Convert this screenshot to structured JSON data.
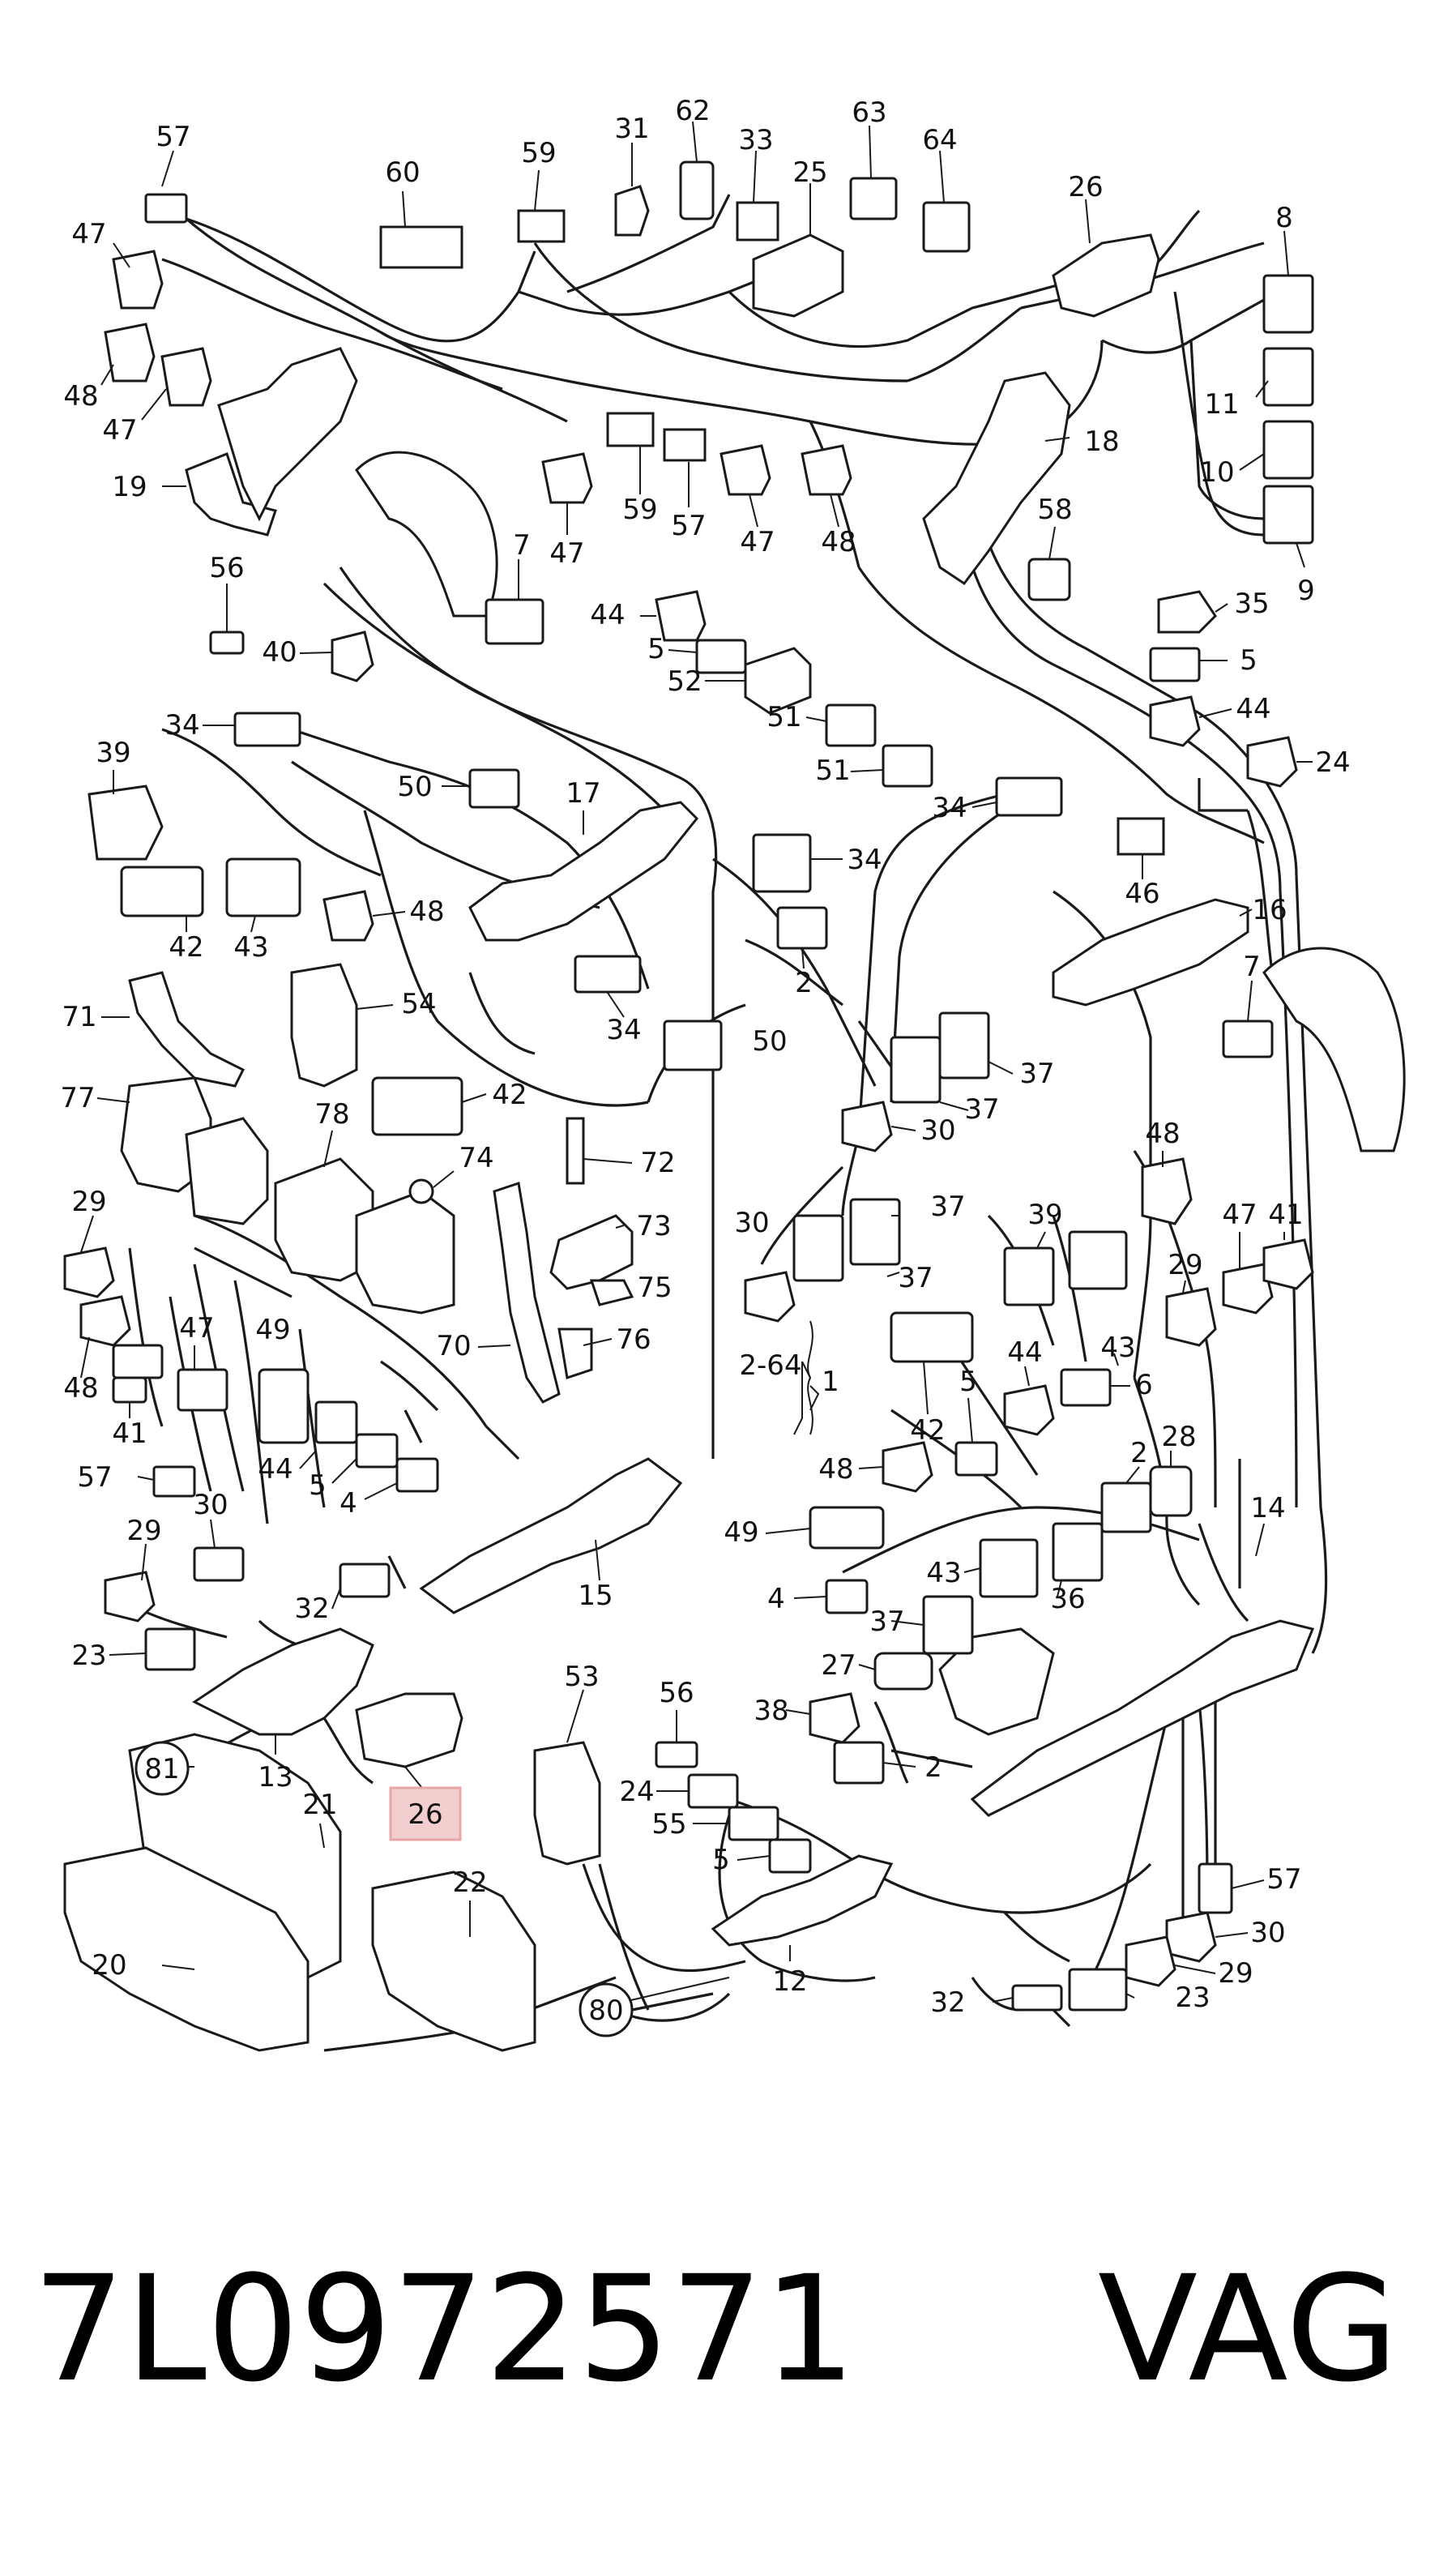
{
  "callouts": [
    {
      "text": "57"
    },
    {
      "text": "60"
    },
    {
      "text": "59"
    },
    {
      "text": "31"
    },
    {
      "text": "62"
    },
    {
      "text": "33"
    },
    {
      "text": "25"
    },
    {
      "text": "63"
    },
    {
      "text": "64"
    },
    {
      "text": "26"
    },
    {
      "text": "8"
    },
    {
      "text": "47"
    },
    {
      "text": "48"
    },
    {
      "text": "47"
    },
    {
      "text": "19"
    },
    {
      "text": "47"
    },
    {
      "text": "59"
    },
    {
      "text": "57"
    },
    {
      "text": "47"
    },
    {
      "text": "48"
    },
    {
      "text": "18"
    },
    {
      "text": "11"
    },
    {
      "text": "10"
    },
    {
      "text": "9"
    },
    {
      "text": "56"
    },
    {
      "text": "7"
    },
    {
      "text": "44"
    },
    {
      "text": "5"
    },
    {
      "text": "52"
    },
    {
      "text": "58"
    },
    {
      "text": "35"
    },
    {
      "text": "5"
    },
    {
      "text": "44"
    },
    {
      "text": "40"
    },
    {
      "text": "34"
    },
    {
      "text": "51"
    },
    {
      "text": "51"
    },
    {
      "text": "24"
    },
    {
      "text": "39"
    },
    {
      "text": "50"
    },
    {
      "text": "17"
    },
    {
      "text": "34"
    },
    {
      "text": "46"
    },
    {
      "text": "34"
    },
    {
      "text": "16"
    },
    {
      "text": "42"
    },
    {
      "text": "43"
    },
    {
      "text": "48"
    },
    {
      "text": "2"
    },
    {
      "text": "71"
    },
    {
      "text": "54"
    },
    {
      "text": "34"
    },
    {
      "text": "50"
    },
    {
      "text": "7"
    },
    {
      "text": "37"
    },
    {
      "text": "37"
    },
    {
      "text": "30"
    },
    {
      "text": "77"
    },
    {
      "text": "42"
    },
    {
      "text": "78"
    },
    {
      "text": "74"
    },
    {
      "text": "72"
    },
    {
      "text": "29"
    },
    {
      "text": "73"
    },
    {
      "text": "48"
    },
    {
      "text": "39"
    },
    {
      "text": "47"
    },
    {
      "text": "41"
    },
    {
      "text": "30"
    },
    {
      "text": "37"
    },
    {
      "text": "37"
    },
    {
      "text": "29"
    },
    {
      "text": "75"
    },
    {
      "text": "49"
    },
    {
      "text": "47"
    },
    {
      "text": "70"
    },
    {
      "text": "76"
    },
    {
      "text": "43"
    },
    {
      "text": "2-64"
    },
    {
      "text": "1"
    },
    {
      "text": "44"
    },
    {
      "text": "48"
    },
    {
      "text": "41"
    },
    {
      "text": "42"
    },
    {
      "text": "5"
    },
    {
      "text": "6"
    },
    {
      "text": "57"
    },
    {
      "text": "44"
    },
    {
      "text": "5"
    },
    {
      "text": "4"
    },
    {
      "text": "48"
    },
    {
      "text": "2"
    },
    {
      "text": "28"
    },
    {
      "text": "29"
    },
    {
      "text": "30"
    },
    {
      "text": "49"
    },
    {
      "text": "14"
    },
    {
      "text": "15"
    },
    {
      "text": "4"
    },
    {
      "text": "43"
    },
    {
      "text": "36"
    },
    {
      "text": "32"
    },
    {
      "text": "23"
    },
    {
      "text": "37"
    },
    {
      "text": "27"
    },
    {
      "text": "53"
    },
    {
      "text": "56"
    },
    {
      "text": "38"
    },
    {
      "text": "2"
    },
    {
      "text": "81"
    },
    {
      "text": "13"
    },
    {
      "text": "26"
    },
    {
      "text": "21"
    },
    {
      "text": "24"
    },
    {
      "text": "55"
    },
    {
      "text": "5"
    },
    {
      "text": "57"
    },
    {
      "text": "30"
    },
    {
      "text": "20"
    },
    {
      "text": "22"
    },
    {
      "text": "29"
    },
    {
      "text": "12"
    },
    {
      "text": "80"
    },
    {
      "text": "32"
    },
    {
      "text": "23"
    }
  ],
  "highlighted_callout": "26",
  "highlight_color": "#e8a6a6",
  "part_number": "7L0972571",
  "brand": "VAG"
}
